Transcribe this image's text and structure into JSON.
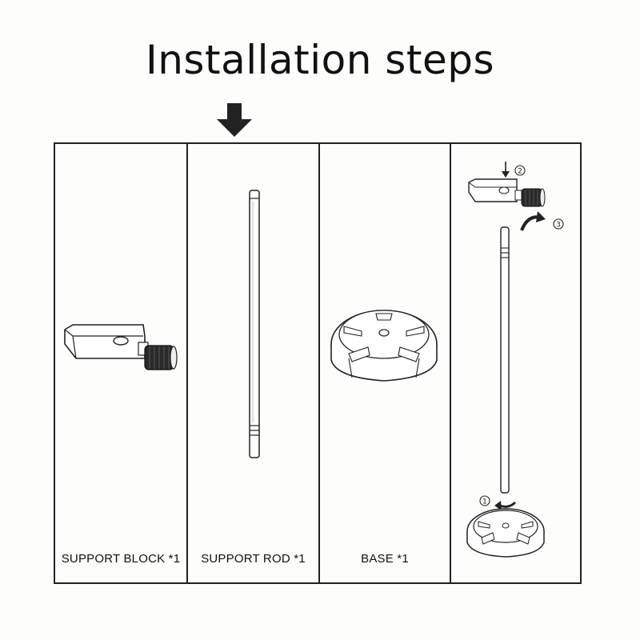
{
  "title": "Installation steps",
  "panels": [
    {
      "label": "SUPPORT BLOCK *1",
      "icon": "support-block"
    },
    {
      "label": "SUPPORT ROD *1",
      "icon": "support-rod"
    },
    {
      "label": "BASE *1",
      "icon": "base"
    },
    {
      "label": "",
      "icon": "assembly"
    }
  ],
  "steps": [
    "①",
    "②",
    "③"
  ],
  "colors": {
    "line": "#222222",
    "knob": "#2a2a2a",
    "background": "#fdfdfb"
  }
}
